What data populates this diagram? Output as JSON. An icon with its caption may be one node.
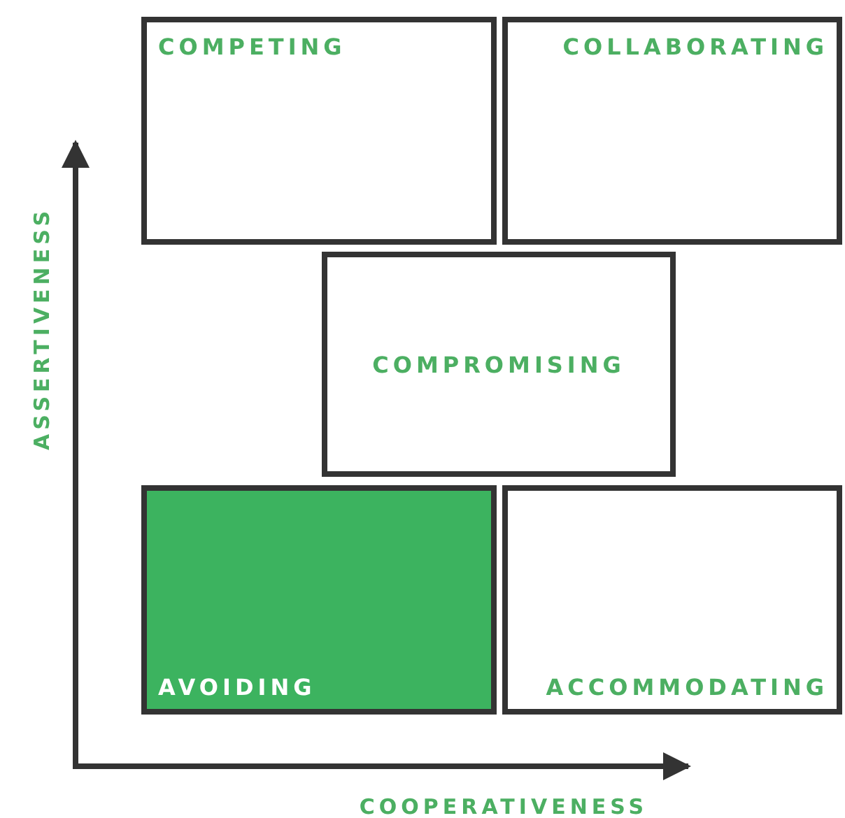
{
  "diagram": {
    "nodes": [
      {
        "text": [
          "COMPETING"
        ]
      },
      {
        "text": [
          "COLLABORATING"
        ]
      },
      {
        "text": [
          "COMPROMISING"
        ]
      },
      {
        "text": [
          "AVOIDING"
        ]
      },
      {
        "text": [
          "ACCOMMODATING"
        ]
      }
    ],
    "labels": [
      "ASSERTIVENESS",
      "COOPERATIVENESS"
    ]
  }
}
